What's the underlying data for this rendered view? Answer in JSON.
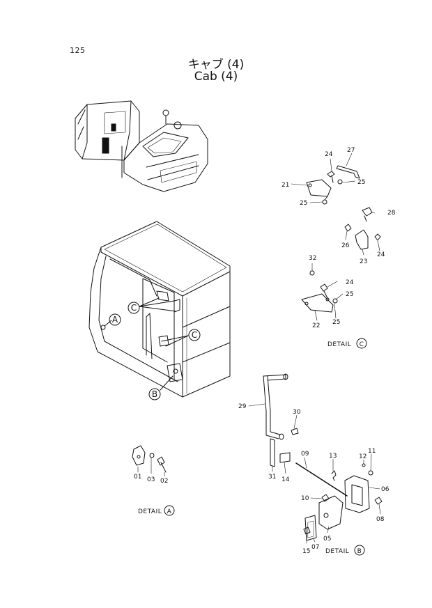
{
  "page_number": "125",
  "title_jp": "キャブ (4)",
  "title_en": "Cab (4)",
  "callouts": {
    "a": "A",
    "b": "B",
    "c": "C"
  },
  "details": {
    "a": {
      "label": "DETAIL",
      "letter": "A"
    },
    "b": {
      "label": "DETAIL",
      "letter": "B"
    },
    "c": {
      "label": "DETAIL",
      "letter": "C"
    }
  },
  "parts": {
    "p01": "01",
    "p02": "02",
    "p03": "03",
    "p05": "05",
    "p06": "06",
    "p07": "07",
    "p08": "08",
    "p09": "09",
    "p10": "10",
    "p11": "11",
    "p12": "12",
    "p13": "13",
    "p14": "14",
    "p15": "15",
    "p21": "21",
    "p22": "22",
    "p23": "23",
    "p24a": "24",
    "p24b": "24",
    "p24c": "24",
    "p25a": "25",
    "p25b": "25",
    "p25c": "25",
    "p25d": "25",
    "p26": "26",
    "p27": "27",
    "p28": "28",
    "p29": "29",
    "p30": "30",
    "p31": "31",
    "p32": "32"
  }
}
